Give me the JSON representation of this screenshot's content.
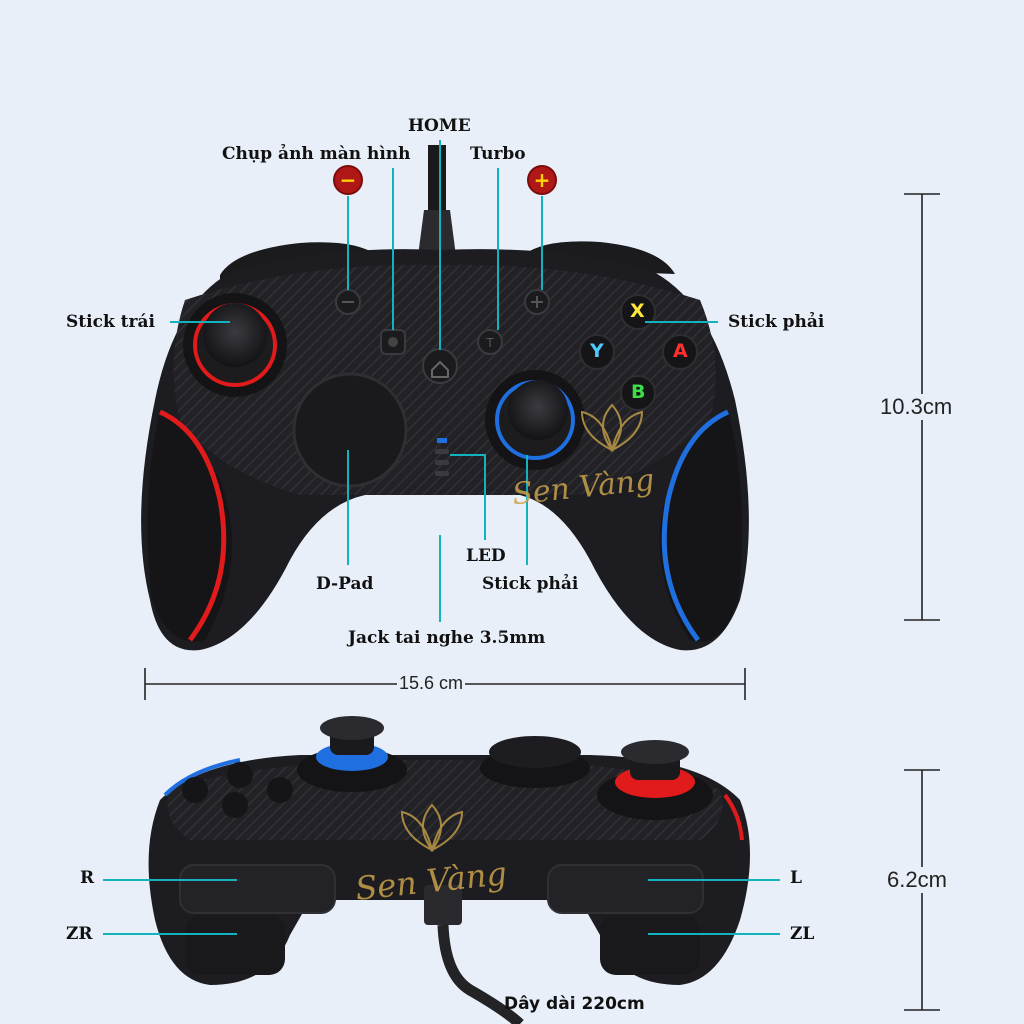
{
  "top_labels": {
    "home": "HOME",
    "screenshot": "Chụp ảnh màn hình",
    "turbo": "Turbo",
    "minus_badge": "−",
    "plus_badge": "+",
    "left_stick": "Stick trái",
    "right_stick_top": "Stick phải",
    "led": "LED",
    "dpad": "D-Pad",
    "right_stick_bottom": "Stick phải",
    "jack": "Jack tai nghe 3.5mm"
  },
  "face_buttons": {
    "x": "X",
    "y": "Y",
    "a": "A",
    "b": "B"
  },
  "dimensions": {
    "height_front": "10.3cm",
    "width_front": "15.6 cm",
    "height_side": "6.2cm"
  },
  "bottom_labels": {
    "r": "R",
    "zr": "ZR",
    "l": "L",
    "zl": "ZL",
    "cable_length": "Dây dài 220cm"
  },
  "watermark": "Sen Vàng",
  "colors": {
    "background": "#e9eff8",
    "callout_line": "#12b3bf",
    "accent_red": "#e11b1b",
    "accent_blue": "#1f6fe0",
    "controller_body": "#1c1c1f",
    "badge": "#b01818"
  }
}
